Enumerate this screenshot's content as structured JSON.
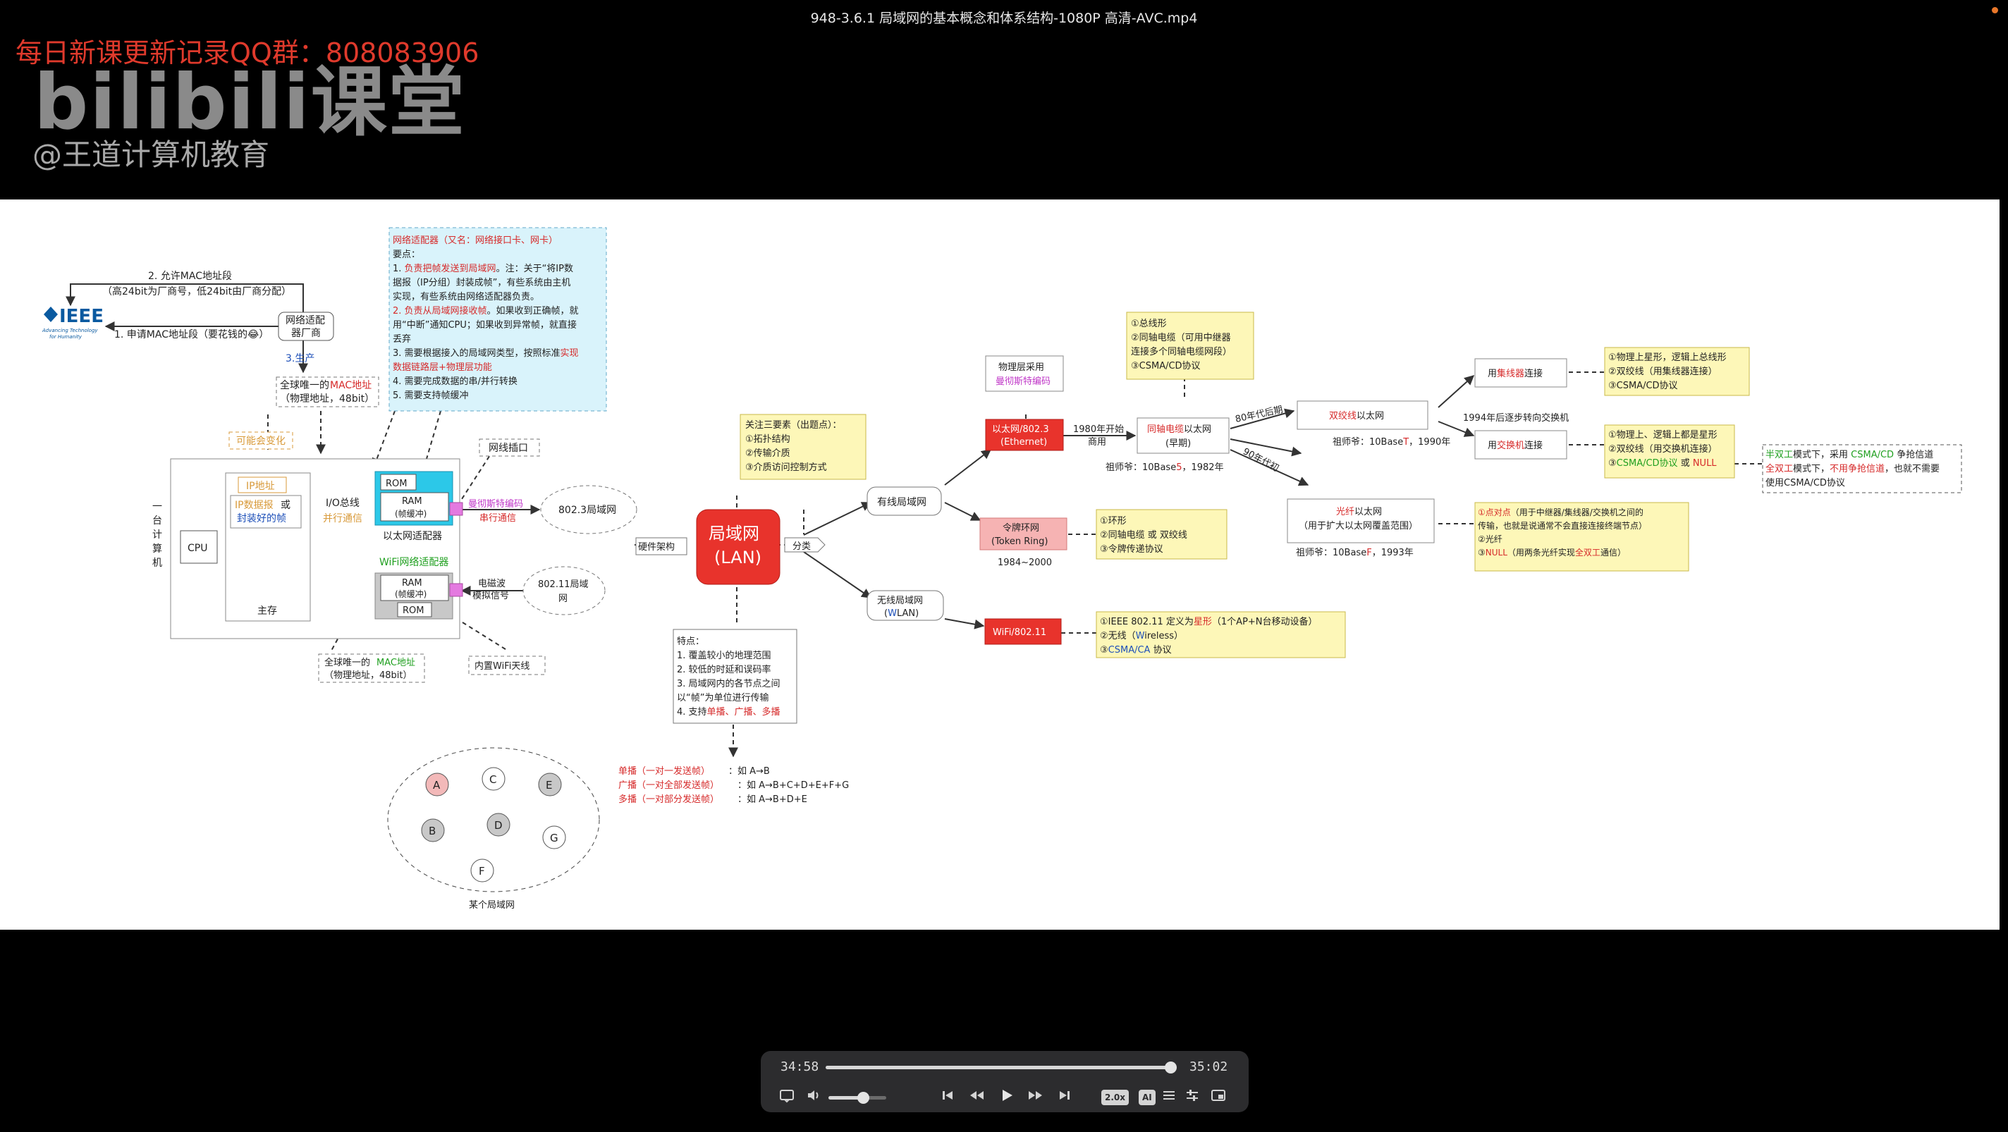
{
  "window": {
    "title": "948-3.6.1 局域网的基本概念和体系结构-1080P 高清-AVC.mp4"
  },
  "overlay": {
    "qq_notice": "每日新课更新记录QQ群：808083906",
    "logo": "bilibili课堂",
    "author": "@王道计算机教育"
  },
  "slide": {
    "ieee": {
      "logo": "IEEE",
      "tagline1": "Advancing Technology",
      "tagline2": "for Humanity"
    },
    "mac_alloc": {
      "step2": "2. 允许MAC地址段",
      "step2_detail": "（高24bit为厂商号，低24bit由厂商分配）",
      "step1": "1. 申请MAC地址段（要花钱的😂）",
      "vendor": [
        "网络适配",
        "器厂商"
      ],
      "step3": "3.生产",
      "unique_mac": [
        "全球唯一的",
        "MAC地址",
        "（物理地址，48bit）"
      ]
    },
    "nic_note": {
      "title": "网络适配器（又名：网络接口卡、网卡）",
      "points_label": "要点：",
      "l1a": "1. ",
      "l1b": "负责把帧发送到局域网",
      "l1c": "。注：关于“将IP数",
      "l2": "据报（IP分组）封装成帧”，有些系统由主机",
      "l3": "实现，有些系统由网络适配器负责。",
      "l4a": "2. 负责从局域网接收帧",
      "l4b": "。如果收到正确帧，就",
      "l5": "用“中断”通知CPU；如果收到异常帧，就直接",
      "l6": "丢弃",
      "l7a": "3. 需要根据接入的局域网类型，按照标准",
      "l7b": "实现",
      "l8": "数据链路层+物理层功能",
      "l9": "4. 需要完成数据的串/并行转换",
      "l10": "5. 需要支持帧缓冲"
    },
    "computer": {
      "side": [
        "一",
        "台",
        "计",
        "算",
        "机"
      ],
      "may_change": "可能会变化",
      "ip_addr": "IP地址",
      "ip_packet": [
        "IP数据报",
        "或",
        "封装好的帧"
      ],
      "cpu": "CPU",
      "main_mem": "主存",
      "io_bus": "I/O总线",
      "parallel": "并行通信",
      "net_port": "网线插口",
      "rom": "ROM",
      "ram": "RAM",
      "frame_buf": "(帧缓冲)",
      "eth_adapter": "以太网适配器",
      "manchester": "曼彻斯特编码",
      "serial": "串行通信",
      "lan8023": "802.3局域网",
      "wifi_adapter": "WiFi网络适配器",
      "em_wave": [
        "电磁波",
        "模拟信号"
      ],
      "lan80211": [
        "802.11局域",
        "网"
      ],
      "unique_mac2": [
        "全球唯一的",
        "MAC地址",
        "（物理地址，48bit）"
      ],
      "wifi_ant": "内置WiFi天线"
    },
    "lan_center": {
      "title": "局域网",
      "sub": "(LAN)",
      "hw_arch": "硬件架构",
      "classify": "分类",
      "focus": [
        "关注三要素（出题点）：",
        "①拓扑结构",
        "②传输介质",
        "③介质访问控制方式"
      ],
      "features": [
        "特点：",
        "1. 覆盖较小的地理范围",
        "2. 较低的时延和误码率",
        "3. 局域网内的各节点之间",
        "以“帧”为单位进行传输"
      ],
      "feature4a": "4. 支持",
      "feature4b": "单播、广播、多播",
      "cast": [
        {
          "label": "单播（一对一发送帧）",
          "eg": "：如 A→B"
        },
        {
          "label": "广播（一对全部发送帧）",
          "eg": "：如 A→B+C+D+E+F+G"
        },
        {
          "label": "多播（一对部分发送帧）",
          "eg": "：如 A→B+D+E"
        }
      ],
      "nodes": [
        "A",
        "B",
        "C",
        "D",
        "E",
        "F",
        "G"
      ],
      "some_lan": "某个局域网"
    },
    "wired": {
      "label": "有线局域网",
      "phys": [
        "物理层采用",
        "曼彻斯特编码"
      ],
      "ethernet": [
        "以太网/802.3",
        "(Ethernet)"
      ],
      "commercial": [
        "1980年开始",
        "商用"
      ],
      "coax": [
        "同轴电缆",
        "以太网",
        "(早期)"
      ],
      "coax_origin": [
        "祖师爷：10Base",
        "5",
        "，1982年"
      ],
      "coax_note": [
        "①总线形",
        "②同轴电缆（可用中继器",
        "连接多个同轴电缆网段）",
        "③CSMA/CD协议"
      ],
      "late80s": "80年代后期",
      "twisted": [
        "双绞线",
        "以太网"
      ],
      "twisted_origin": [
        "祖师爷：10Base",
        "T",
        "，1990年"
      ],
      "hub": [
        "用",
        "集线器",
        "连接"
      ],
      "hub_note": [
        "①物理上星形，逻辑上总线形",
        "②双绞线（用集线器连接）",
        "③CSMA/CD协议"
      ],
      "switch_year": "1994年后逐步转向交换机",
      "switch": [
        "用",
        "交换机",
        "连接"
      ],
      "switch_note": [
        "①物理上、逻辑上都是星形",
        "②双绞线（用交换机连接）",
        "③",
        "CSMA/CD协议",
        " 或 ",
        "NULL"
      ],
      "duplex": [
        "半双工",
        "模式下，采用 ",
        "CSMA/CD",
        " 争抢信道",
        "全双工",
        "模式下，",
        "不用争抢信道",
        "，也就不需要",
        "使用CSMA/CD协议"
      ],
      "s90": "90年代初",
      "fiber": [
        "光纤",
        "以太网",
        "（用于扩大以太网覆盖范围）"
      ],
      "fiber_origin": [
        "祖师爷：10Base",
        "F",
        "，1993年"
      ],
      "fiber_note": [
        "①点对点",
        "（用于中继器/集线器/交换机之间的",
        "传输，也就是说通常不会直接连接终端节点）",
        "②光纤",
        "③",
        "NULL",
        "（用两条光纤实现",
        "全双工",
        "通信）"
      ],
      "token": [
        "令牌环网",
        "(Token Ring)",
        "1984~2000"
      ],
      "token_note": [
        "①环形",
        "②同轴电缆 或 双绞线",
        "③令牌传递协议"
      ]
    },
    "wireless": {
      "label": [
        "无线局域网",
        "(",
        "W",
        "LAN)"
      ],
      "wifi": "WiFi/802.11",
      "note": [
        "①IEEE 802.11 定义为",
        "星形",
        "（1个AP+N台移动设备）",
        "②无线（",
        "W",
        "ireless）",
        "③",
        "CSMA/CA",
        " 协议"
      ]
    }
  },
  "player": {
    "elapsed": "34:58",
    "duration": "35:02",
    "progress": 0.998,
    "volume": 0.6,
    "speed": "2.0x",
    "ai_badge": "AI"
  }
}
